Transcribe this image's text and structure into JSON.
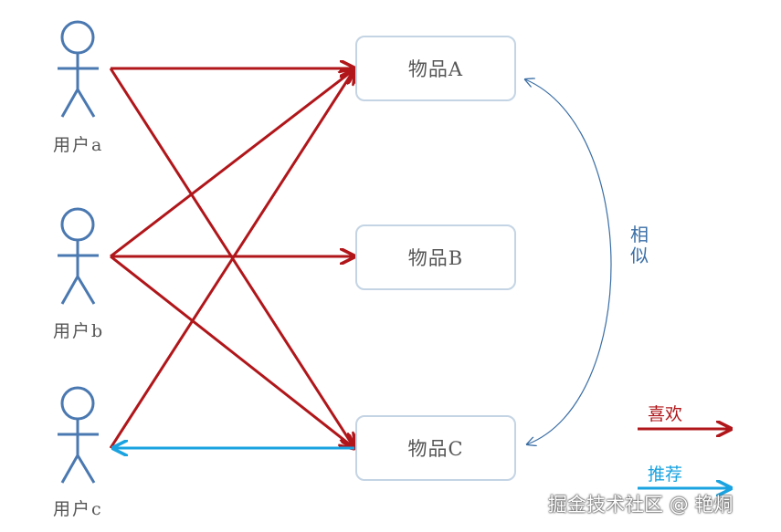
{
  "users": [
    {
      "label": "用户a"
    },
    {
      "label": "用户b"
    },
    {
      "label": "用户c"
    }
  ],
  "items": [
    {
      "label": "物品A"
    },
    {
      "label": "物品B"
    },
    {
      "label": "物品C"
    }
  ],
  "similar": {
    "label": "相似",
    "color": "#3a6ea5"
  },
  "legend": {
    "like": {
      "label": "喜欢",
      "color": "#b0161a"
    },
    "recommend": {
      "label": "推荐",
      "color": "#1aa3e0"
    }
  },
  "figure_colors": {
    "user_icon": "#4a78b0",
    "box_border": "#c4d4e4"
  },
  "watermark": "掘金技术社区 @ 艳烔"
}
